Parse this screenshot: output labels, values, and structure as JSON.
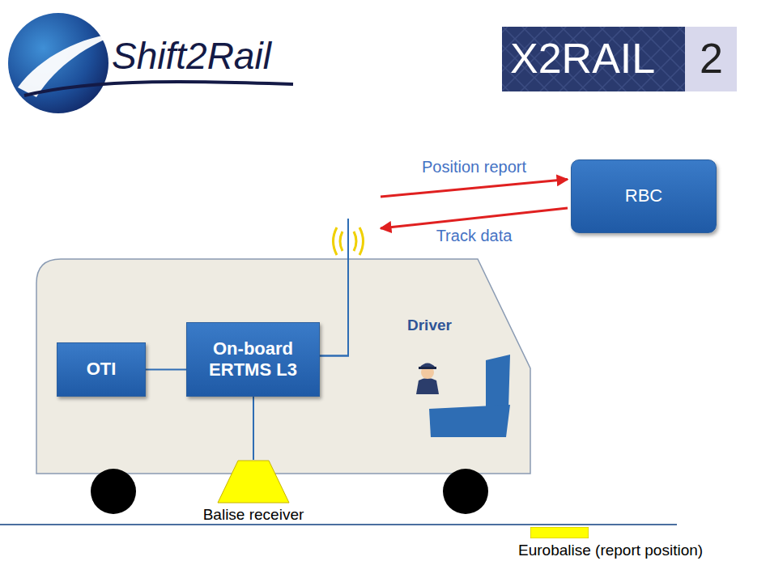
{
  "diagram": {
    "nodes": [
      {
        "text": [
          "RBC"
        ]
      },
      {
        "text": [
          "OTI"
        ]
      },
      {
        "text": [
          "On-board ERTMS L3"
        ]
      },
      {
        "text": [
          "Balise receiver"
        ]
      },
      {
        "text": [
          "Eurobalise (report position)"
        ]
      }
    ],
    "edges": [
      {
        "from": 1,
        "to": 2,
        "arrow": "none"
      },
      {
        "from": 2,
        "to": 3,
        "arrow": "none"
      },
      {
        "from": 2,
        "to": 0,
        "label": "Position report",
        "arrow": "to"
      },
      {
        "from": 0,
        "to": 2,
        "label": "Track data",
        "arrow": "to"
      }
    ],
    "labels": [
      "Shift2Rail",
      "X2RAIL",
      "2",
      "Driver"
    ]
  }
}
